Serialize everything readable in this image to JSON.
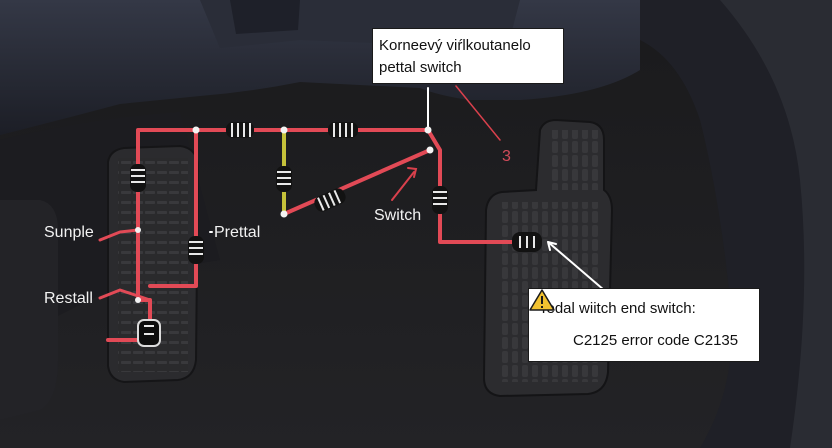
{
  "labels": {
    "title_callout_line1": "Korneevý viŕlkoutanelo",
    "title_callout_line2": "pettal switch",
    "pretal": "Prettal",
    "switch": "Switch",
    "sunple": "Sunple",
    "restall": "Restall",
    "callout_number": "3"
  },
  "warning_callout": {
    "line1": "Tedal wiitch end switch:",
    "line2": "C2125 error code C2135",
    "icon": "warning-triangle-icon"
  },
  "colors": {
    "wire_red": "#e24a56",
    "wire_yellow": "#c6c23a",
    "warning_yellow": "#f2c230"
  }
}
